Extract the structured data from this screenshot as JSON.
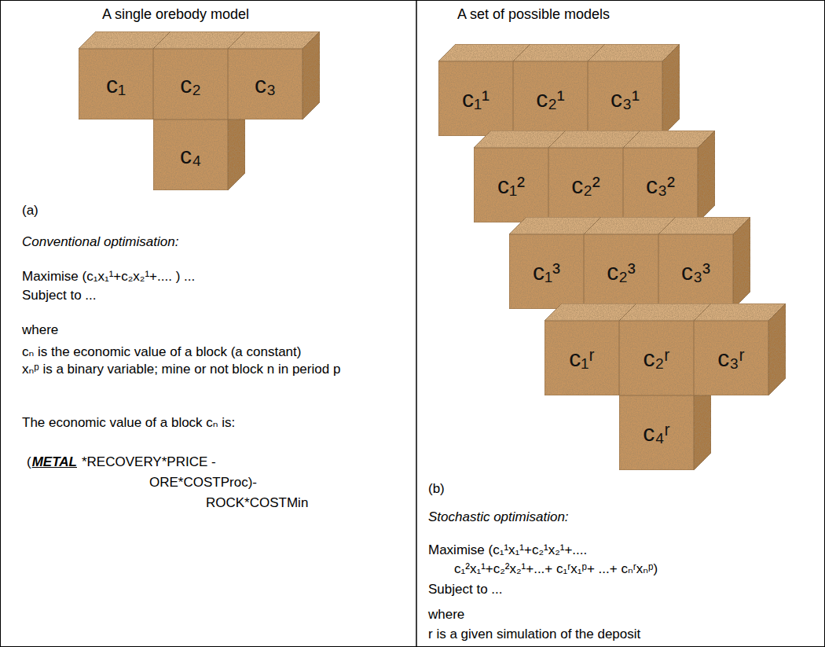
{
  "diagram": {
    "nodes": [
      {
        "text": [
          "c₁"
        ]
      },
      {
        "text": [
          "c₂"
        ]
      },
      {
        "text": [
          "c₃"
        ]
      },
      {
        "text": [
          "c₄"
        ]
      },
      {
        "text": [
          "c₁¹"
        ]
      },
      {
        "text": [
          "c₂¹"
        ]
      },
      {
        "text": [
          "c₃¹"
        ]
      },
      {
        "text": [
          "c₁²"
        ]
      },
      {
        "text": [
          "c₂²"
        ]
      },
      {
        "text": [
          "c₃²"
        ]
      },
      {
        "text": [
          "c₁³"
        ]
      },
      {
        "text": [
          "c₂³"
        ]
      },
      {
        "text": [
          "c₃³"
        ]
      },
      {
        "text": [
          "c₁ʳ"
        ]
      },
      {
        "text": [
          "c₂ʳ"
        ]
      },
      {
        "text": [
          "c₃ʳ"
        ]
      },
      {
        "text": [
          "c₄ʳ"
        ]
      }
    ],
    "labels": [
      "A single orebody model",
      "A set of possible models",
      "(a)",
      "Conventional optimisation:",
      "Maximise (c₁x₁¹+c₂x₂¹+.... ) ...",
      "Subject to ...",
      "where",
      "cₙ is the economic value of a block (a constant)",
      "xₙᵖ is a binary variable; mine or not block n in period p",
      "The economic value of a block cₙ is:",
      "(",
      "METAL",
      "*RECOVERY*PRICE -",
      "ORE*COSTProc)-",
      "ROCK*COSTMin",
      "(b)",
      "Stochastic optimisation:",
      "Maximise (c₁¹x₁¹+c₂¹x₂¹+....",
      "c₁²x₁¹+c₂²x₂¹+...+ c₁ʳx₁ᵖ+ ...+ cₙʳxₙᵖ)",
      "Subject to ...",
      "where",
      "r is a given simulation of the deposit"
    ]
  }
}
